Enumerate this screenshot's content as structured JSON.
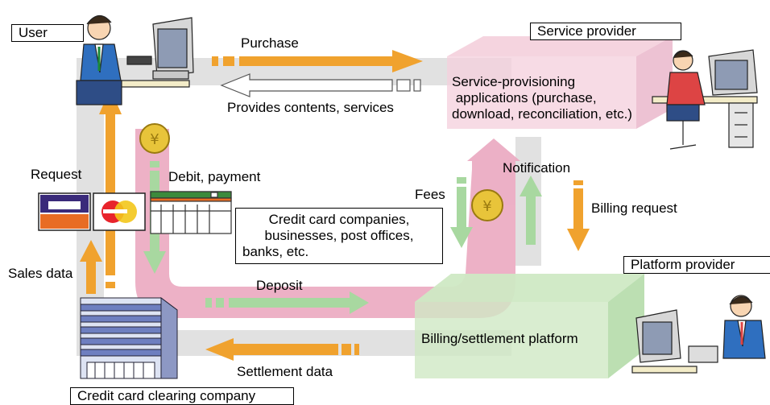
{
  "labels": {
    "user": "User",
    "service_provider": "Service provider",
    "platform_provider": "Platform provider",
    "credit_card_clearing_company": "Credit card clearing company",
    "purchase": "Purchase",
    "provides_contents": "Provides contents, services",
    "service_apps": [
      "Service-provisioning",
      " applications (purchase,",
      "download, reconciliation, etc.)"
    ],
    "request": "Request",
    "debit_payment": "Debit, payment",
    "fees": "Fees",
    "notification": "Notification",
    "billing_request": "Billing request",
    "companies": [
      "Credit card companies,",
      "businesses, post offices,",
      "banks, etc."
    ],
    "sales_data": "Sales data",
    "deposit": "Deposit",
    "billing_platform": "Billing/settlement platform",
    "settlement_data": "Settlement data"
  },
  "colors": {
    "orange": "#f0a22e",
    "green": "#a8d8a0",
    "pink": "#eba8c0",
    "gray": "#dadada",
    "light_green_box": "#cfe9c4",
    "light_pink_box": "#f4cfdc"
  },
  "icons": [
    "person-at-computer-icon",
    "coin-yen-icon",
    "credit-card-icon",
    "storefront-icon",
    "office-building-icon"
  ]
}
